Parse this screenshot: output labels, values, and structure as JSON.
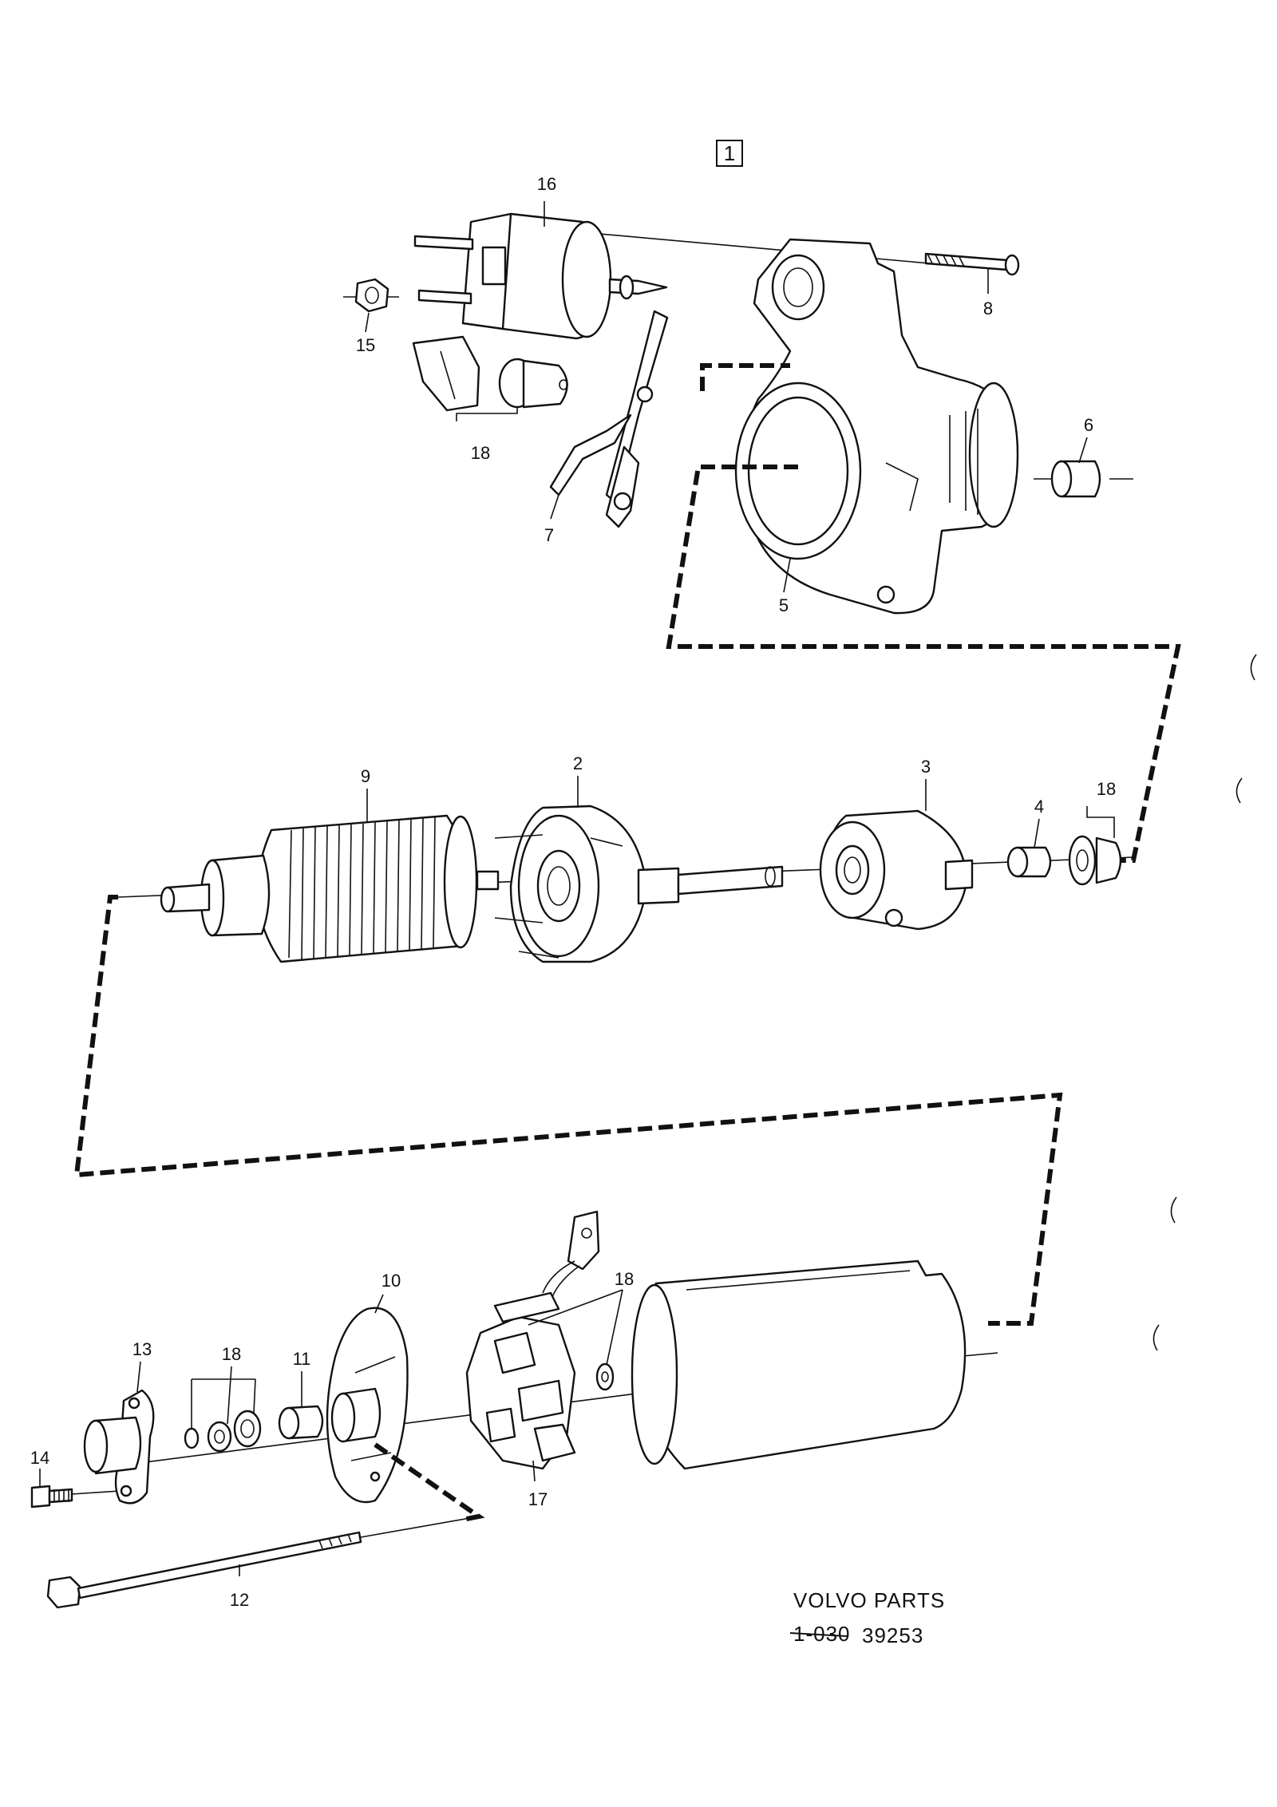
{
  "figure_box": "1",
  "callouts": {
    "c2": "2",
    "c3": "3",
    "c4": "4",
    "c5": "5",
    "c6": "6",
    "c7": "7",
    "c8": "8",
    "c9": "9",
    "c10": "10",
    "c11": "11",
    "c12": "12",
    "c13": "13",
    "c14": "14",
    "c15": "15",
    "c16": "16",
    "c17": "17",
    "c18a": "18",
    "c18b": "18",
    "c18c": "18",
    "c18d": "18"
  },
  "footer": {
    "brand": "VOLVO PARTS",
    "ref_struck": "1-030",
    "ref_number": "39253"
  }
}
